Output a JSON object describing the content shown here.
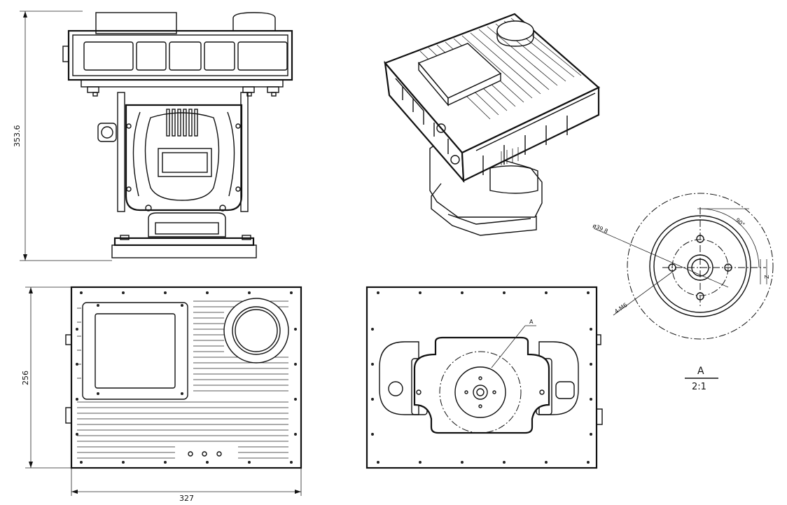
{
  "dimensions": {
    "height_front": "353.6",
    "height_top": "256",
    "width_top": "327"
  },
  "detail": {
    "bolt_circle": "ø39.8",
    "angle": "90°",
    "holes": "4-M6",
    "tick_mark": "Z",
    "section_leader_label": "A",
    "view_label": "A",
    "scale": "2:1"
  }
}
